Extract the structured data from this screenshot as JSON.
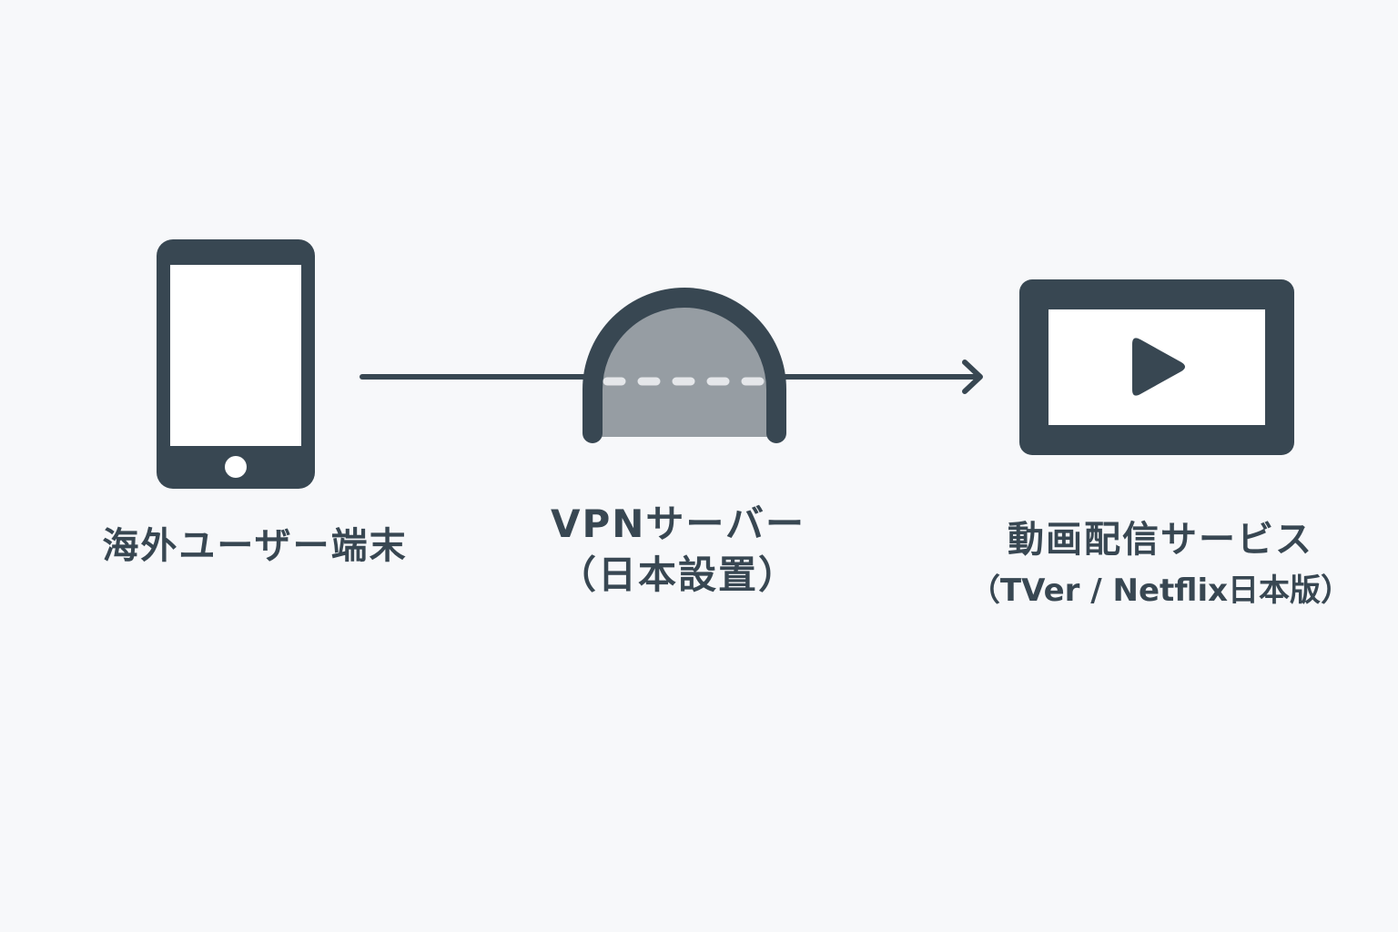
{
  "nodes": {
    "user_device": {
      "icon": "smartphone-icon",
      "label": "海外ユーザー端末"
    },
    "vpn_server": {
      "icon": "tunnel-icon",
      "label_line1": "VPNサーバー",
      "label_line2": "（日本設置）"
    },
    "streaming_service": {
      "icon": "video-player-icon",
      "label_line1": "動画配信サービス",
      "label_line2": "（TVer / Netflix日本版）"
    }
  },
  "connection": {
    "from": "user_device",
    "via": "vpn_server",
    "to": "streaming_service",
    "arrow": "right"
  },
  "colors": {
    "background": "#f7f8fa",
    "primary": "#384752",
    "tunnel_fill": "#969da3",
    "screen": "#ffffff"
  }
}
